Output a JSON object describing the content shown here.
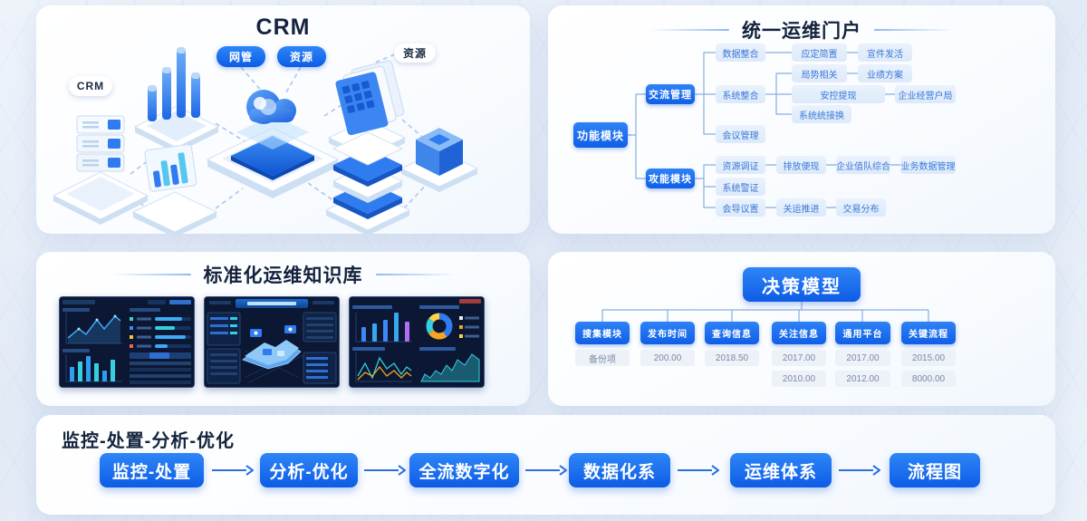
{
  "crm": {
    "title": "CRM",
    "pills": {
      "server": "CRM",
      "netmgmt": "网管",
      "resource1": "资源",
      "resource2": "资源"
    }
  },
  "portal": {
    "title": "统一运维门户",
    "root": "功能模块",
    "branches": [
      "交流管理",
      "攻能模块"
    ],
    "level3": [
      "数据整合",
      "系统整合",
      "会议管理",
      "资源调证",
      "系统警证",
      "会导议置"
    ],
    "leaves": [
      "应定简置",
      "宣件发活",
      "局势相关",
      "业绩方案",
      "安控提现",
      "企业经营户局",
      "系统统接换",
      "排放便现",
      "企业值队综合",
      "业务数据管理",
      "关运推进",
      "交易分布"
    ]
  },
  "kb": {
    "title": "标准化运维知识库"
  },
  "decision": {
    "title": "决策模型",
    "columns": [
      {
        "label": "搜集模块",
        "values": [
          "备份项"
        ]
      },
      {
        "label": "发布时间",
        "values": [
          "200.00"
        ]
      },
      {
        "label": "查询信息",
        "values": [
          "2018.50"
        ]
      },
      {
        "label": "关注信息",
        "values": [
          "2017.00",
          "2010.00"
        ]
      },
      {
        "label": "通用平台",
        "values": [
          "2017.00",
          "2012.00"
        ]
      },
      {
        "label": "关键流程",
        "values": [
          "2015.00",
          "8000.00"
        ]
      }
    ]
  },
  "flow": {
    "heading": "监控-处置-分析-优化",
    "steps": [
      "监控-处置",
      "分析-优化",
      "全流数字化",
      "数据化系",
      "运维体系",
      "流程图"
    ]
  },
  "colors": {
    "accent_blue": "#1565ee",
    "light_node_bg": "#e4eefb",
    "dashboard_bg": "#0b1733"
  }
}
